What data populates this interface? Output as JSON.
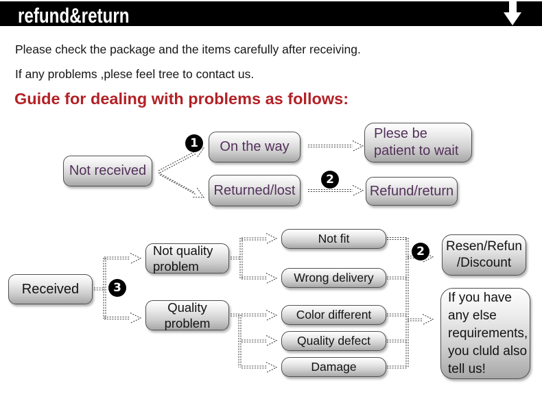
{
  "header": {
    "title": "refund&return"
  },
  "intro": {
    "line1": "Please check the package and the items carefully after receiving.",
    "line2": "If any problems ,plese feel tree to contact us.",
    "guide_heading": "Guide for dealing with problems as follows:"
  },
  "flow_not_received": {
    "source": "Not received",
    "badge_1": "1",
    "on_the_way": "On the way",
    "patient_wait_lines": [
      "Plese be",
      "patient to wait"
    ],
    "returned_lost": "Returned/lost",
    "badge_2": "2",
    "refund_return": "Refund/return"
  },
  "flow_received": {
    "source": "Received",
    "badge_3": "3",
    "not_quality_problem_lines": [
      "Not quality",
      "problem"
    ],
    "quality_problem_lines": [
      "Quality",
      "problem"
    ],
    "not_fit": "Not fit",
    "wrong_delivery": "Wrong delivery",
    "color_different": "Color different",
    "quality_defect": "Quality defect",
    "damage": "Damage",
    "badge_2": "2",
    "outcome_lines": [
      "Resen/Refun",
      "/Discount"
    ],
    "note_lines": [
      "If you have",
      "any else",
      "requirements,",
      "you cluld also",
      "tell us!"
    ]
  },
  "colors": {
    "header_bg": "#000000",
    "header_text": "#ffffff",
    "guide_heading": "#b22126",
    "flow1_text": "#53305a",
    "flow2_text": "#121212",
    "badge_bg": "#000000",
    "badge_text": "#ffffff"
  }
}
